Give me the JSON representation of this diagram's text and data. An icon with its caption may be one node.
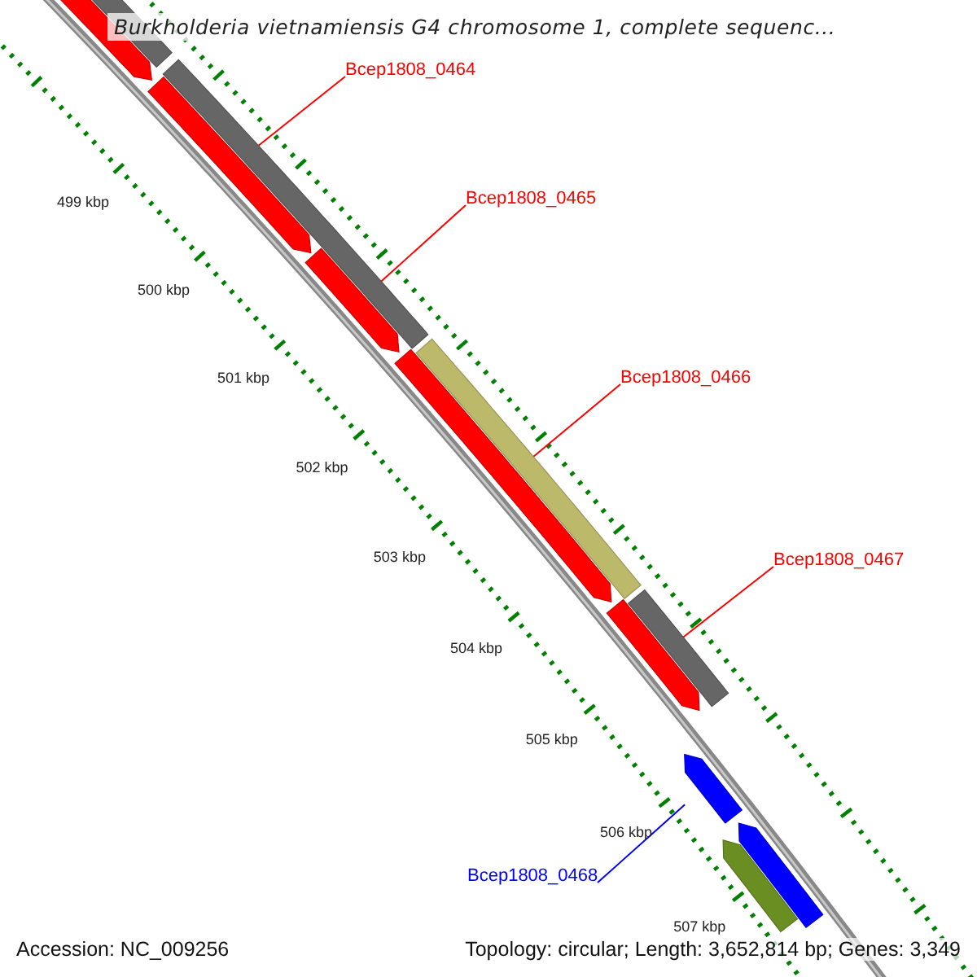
{
  "diagram": {
    "title": "Burkholderia vietnamiensis G4 chromosome 1, complete sequenc...",
    "nodes": [
      {
        "text": [
          "Bcep1808_0464"
        ]
      },
      {
        "text": [
          "Bcep1808_0465"
        ]
      },
      {
        "text": [
          "Bcep1808_0466"
        ]
      },
      {
        "text": [
          "Bcep1808_0467"
        ]
      },
      {
        "text": [
          "Bcep1808_0468"
        ]
      },
      {
        "text": [],
        "shape": "arrow"
      },
      {
        "text": [],
        "shape": "arrow"
      },
      {
        "text": [],
        "shape": "arrow"
      },
      {
        "text": [],
        "shape": "arrow"
      },
      {
        "text": [],
        "shape": "arrow"
      },
      {
        "text": [],
        "shape": "arrow"
      },
      {
        "text": [],
        "shape": "box"
      },
      {
        "text": [],
        "shape": "box"
      },
      {
        "text": [],
        "shape": "box"
      },
      {
        "text": [],
        "shape": "box"
      },
      {
        "text": [],
        "shape": "arrow"
      },
      {
        "text": [],
        "shape": "arrow"
      }
    ],
    "edges": [
      {
        "from": 0,
        "to": 5,
        "arrow": "none"
      },
      {
        "from": 1,
        "to": 6,
        "arrow": "none"
      },
      {
        "from": 2,
        "to": 7,
        "arrow": "none"
      },
      {
        "from": 3,
        "to": 8,
        "arrow": "none"
      },
      {
        "from": 4,
        "to": 9,
        "arrow": "none",
        "color": "#0000ff"
      }
    ],
    "labels": [
      "499 kbp",
      "500 kbp",
      "501 kbp",
      "502 kbp",
      "503 kbp",
      "504 kbp",
      "505 kbp",
      "506 kbp",
      "507 kbp",
      "Accession: NC_009256",
      "Topology: circular; Length: 3,652,814 bp; Genes: 3,349"
    ]
  }
}
